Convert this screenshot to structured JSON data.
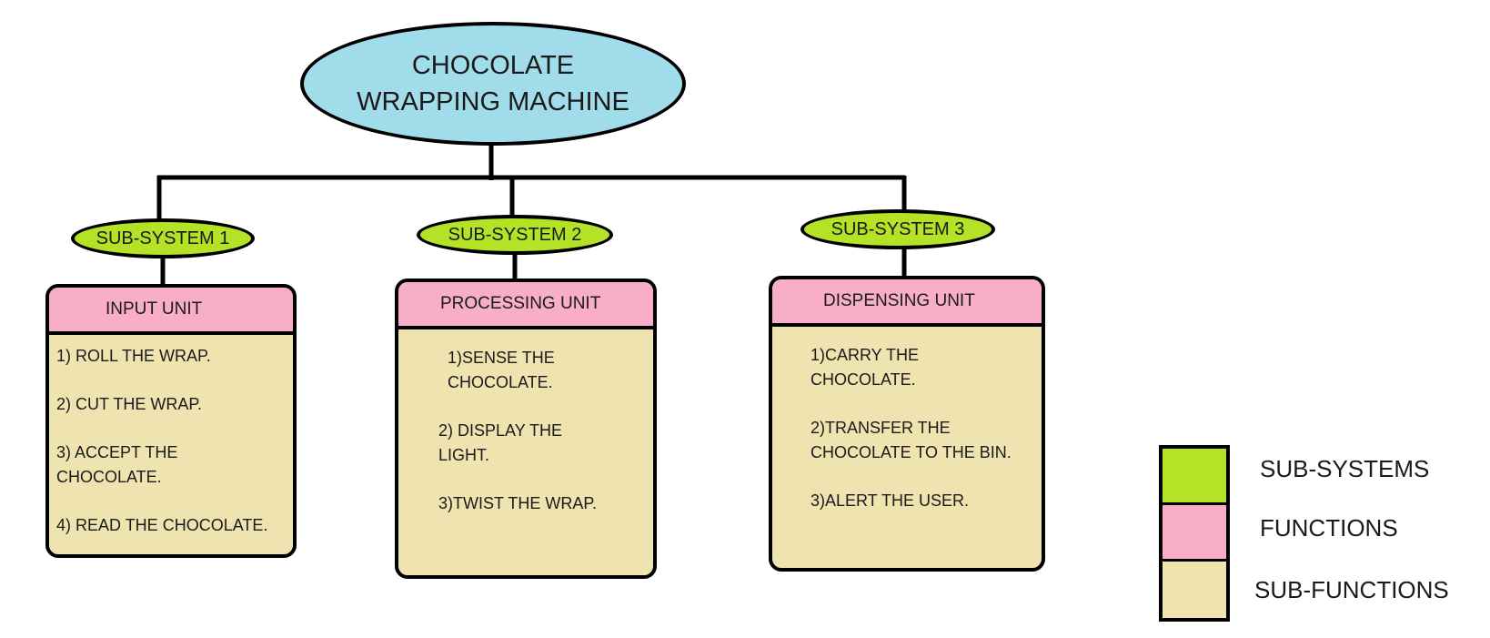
{
  "root": {
    "title": "CHOCOLATE WRAPPING MACHINE"
  },
  "subsystems": [
    {
      "label": "SUB-SYSTEM 1",
      "function": "INPUT UNIT",
      "subfunctions": [
        "1) ROLL THE WRAP.",
        "2) CUT THE WRAP.",
        "3) ACCEPT THE CHOCOLATE.",
        "4) READ THE CHOCOLATE."
      ]
    },
    {
      "label": "SUB-SYSTEM 2",
      "function": "PROCESSING UNIT",
      "subfunctions": [
        "1)SENSE THE\nCHOCOLATE.",
        "2) DISPLAY THE\nLIGHT.",
        "3)TWIST THE WRAP."
      ]
    },
    {
      "label": "SUB-SYSTEM 3",
      "function": "DISPENSING UNIT",
      "subfunctions": [
        "1)CARRY THE\nCHOCOLATE.",
        "2)TRANSFER THE\nCHOCOLATE TO THE BIN.",
        "3)ALERT THE USER."
      ]
    }
  ],
  "legend": [
    {
      "label": "SUB-SYSTEMS",
      "color": "#b3e226"
    },
    {
      "label": "FUNCTIONS",
      "color": "#f8adc9"
    },
    {
      "label": "SUB-FUNCTIONS",
      "color": "#efe3b0"
    }
  ],
  "colors": {
    "root": "#a0dcea",
    "subsystem": "#b3e226",
    "function": "#f8adc9",
    "subfunction": "#efe3b0",
    "line": "#000000"
  }
}
